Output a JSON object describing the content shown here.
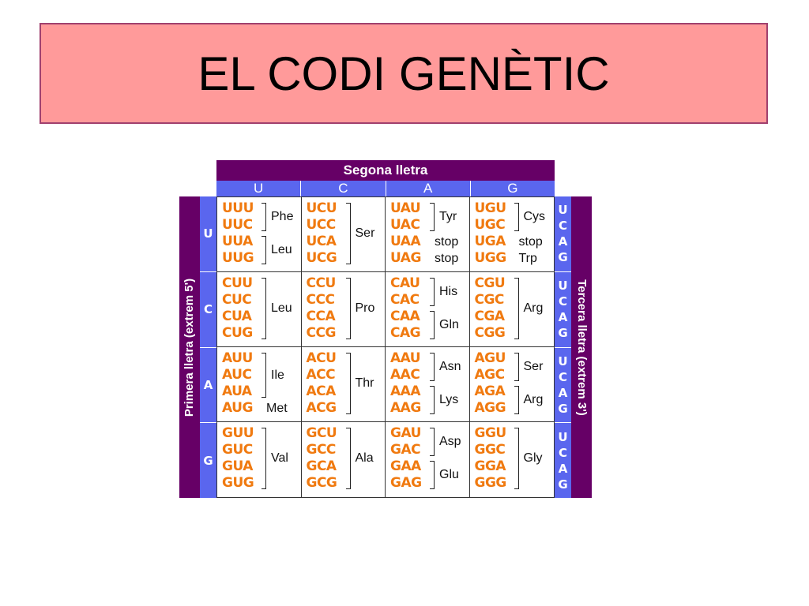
{
  "title": "EL CODI GENÈTIC",
  "table": {
    "header_second": "Segona lletra",
    "label_first": "Primera lletra (extrem 5')",
    "label_third": "Tercera lletra (extrem 3')",
    "second_letters": [
      "U",
      "C",
      "A",
      "G"
    ],
    "first_letters": [
      "U",
      "C",
      "A",
      "G"
    ],
    "third_letters": [
      "U",
      "C",
      "A",
      "G"
    ],
    "colors": {
      "header": "#660066",
      "letters": "#5a66ee",
      "codon": "#f07a10"
    },
    "rows": [
      [
        {
          "codons": [
            "UUU",
            "UUC",
            "UUA",
            "UUG"
          ],
          "groups": [
            {
              "label": "Phe",
              "start": 0,
              "end": 1
            },
            {
              "label": "Leu",
              "start": 2,
              "end": 3
            }
          ]
        },
        {
          "codons": [
            "UCU",
            "UCC",
            "UCA",
            "UCG"
          ],
          "groups": [
            {
              "label": "Ser",
              "start": 0,
              "end": 3
            }
          ]
        },
        {
          "codons": [
            "UAU",
            "UAC",
            "UAA",
            "UAG"
          ],
          "groups": [
            {
              "label": "Tyr",
              "start": 0,
              "end": 1
            },
            {
              "label": "stop",
              "start": 2,
              "end": 2,
              "plain": true
            },
            {
              "label": "stop",
              "start": 3,
              "end": 3,
              "plain": true
            }
          ]
        },
        {
          "codons": [
            "UGU",
            "UGC",
            "UGA",
            "UGG"
          ],
          "groups": [
            {
              "label": "Cys",
              "start": 0,
              "end": 1
            },
            {
              "label": "stop",
              "start": 2,
              "end": 2,
              "plain": true
            },
            {
              "label": "Trp",
              "start": 3,
              "end": 3,
              "plain": true
            }
          ]
        }
      ],
      [
        {
          "codons": [
            "CUU",
            "CUC",
            "CUA",
            "CUG"
          ],
          "groups": [
            {
              "label": "Leu",
              "start": 0,
              "end": 3
            }
          ]
        },
        {
          "codons": [
            "CCU",
            "CCC",
            "CCA",
            "CCG"
          ],
          "groups": [
            {
              "label": "Pro",
              "start": 0,
              "end": 3
            }
          ]
        },
        {
          "codons": [
            "CAU",
            "CAC",
            "CAA",
            "CAG"
          ],
          "groups": [
            {
              "label": "His",
              "start": 0,
              "end": 1
            },
            {
              "label": "Gln",
              "start": 2,
              "end": 3
            }
          ]
        },
        {
          "codons": [
            "CGU",
            "CGC",
            "CGA",
            "CGG"
          ],
          "groups": [
            {
              "label": "Arg",
              "start": 0,
              "end": 3
            }
          ]
        }
      ],
      [
        {
          "codons": [
            "AUU",
            "AUC",
            "AUA",
            "AUG"
          ],
          "groups": [
            {
              "label": "Ile",
              "start": 0,
              "end": 2
            },
            {
              "label": "Met",
              "start": 3,
              "end": 3,
              "plain": true
            }
          ]
        },
        {
          "codons": [
            "ACU",
            "ACC",
            "ACA",
            "ACG"
          ],
          "groups": [
            {
              "label": "Thr",
              "start": 0,
              "end": 3
            }
          ]
        },
        {
          "codons": [
            "AAU",
            "AAC",
            "AAA",
            "AAG"
          ],
          "groups": [
            {
              "label": "Asn",
              "start": 0,
              "end": 1
            },
            {
              "label": "Lys",
              "start": 2,
              "end": 3
            }
          ]
        },
        {
          "codons": [
            "AGU",
            "AGC",
            "AGA",
            "AGG"
          ],
          "groups": [
            {
              "label": "Ser",
              "start": 0,
              "end": 1
            },
            {
              "label": "Arg",
              "start": 2,
              "end": 3
            }
          ]
        }
      ],
      [
        {
          "codons": [
            "GUU",
            "GUC",
            "GUA",
            "GUG"
          ],
          "groups": [
            {
              "label": "Val",
              "start": 0,
              "end": 3
            }
          ]
        },
        {
          "codons": [
            "GCU",
            "GCC",
            "GCA",
            "GCG"
          ],
          "groups": [
            {
              "label": "Ala",
              "start": 0,
              "end": 3
            }
          ]
        },
        {
          "codons": [
            "GAU",
            "GAC",
            "GAA",
            "GAG"
          ],
          "groups": [
            {
              "label": "Asp",
              "start": 0,
              "end": 1
            },
            {
              "label": "Glu",
              "start": 2,
              "end": 3
            }
          ]
        },
        {
          "codons": [
            "GGU",
            "GGC",
            "GGA",
            "GGG"
          ],
          "groups": [
            {
              "label": "Gly",
              "start": 0,
              "end": 3
            }
          ]
        }
      ]
    ]
  }
}
